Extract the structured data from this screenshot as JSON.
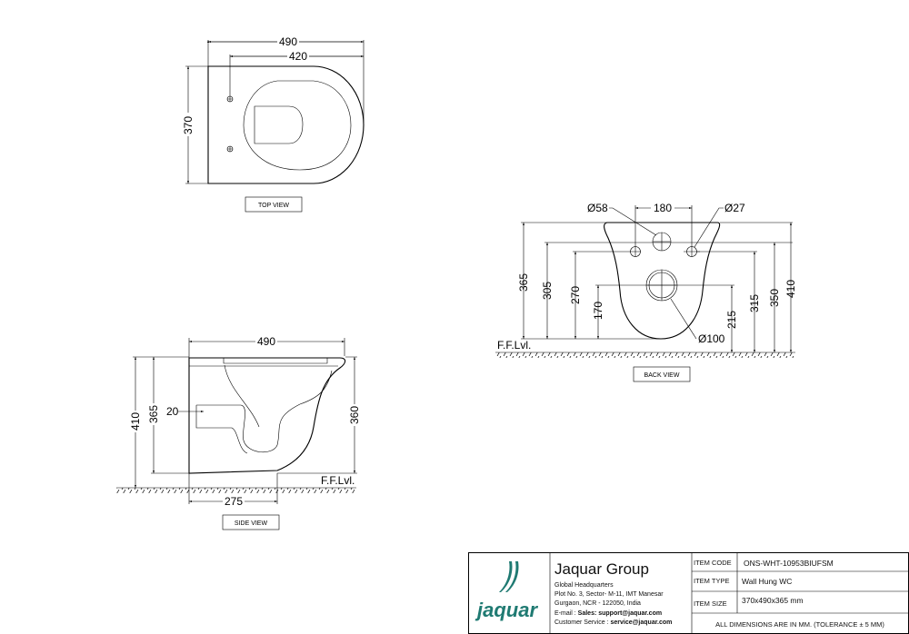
{
  "top_view": {
    "label": "TOP VIEW",
    "dims": {
      "overall_length": "490",
      "fixing_to_front": "420",
      "width": "370"
    }
  },
  "side_view": {
    "label": "SIDE VIEW",
    "floor_label": "F.F.Lvl.",
    "dims": {
      "length": "490",
      "overall_height": "410",
      "rim_height": "365",
      "rear_height": "360",
      "base_length": "275",
      "outlet_offset": "20"
    }
  },
  "back_view": {
    "label": "BACK VIEW",
    "floor_label": "F.F.Lvl.",
    "dims": {
      "inlet_dia": "Ø58",
      "fixing_spacing": "180",
      "fixing_dia": "Ø27",
      "outlet_dia": "Ø100",
      "h365": "365",
      "h305": "305",
      "h270": "270",
      "h170": "170",
      "h215": "215",
      "h315": "315",
      "h350": "350",
      "h410": "410"
    }
  },
  "title_block": {
    "company": "Jaquar Group",
    "logo_text": "jaquar",
    "brand_color": "#1f7a72",
    "address": [
      "Global Headquarters",
      "Plot No. 3, Sector- M-11, IMT Manesar",
      "Gurgaon, NCR - 122050, India"
    ],
    "email_label": "E-mail : ",
    "email_value": "Sales: support@jaquar.com",
    "service_label": "Customer Service : ",
    "service_value": "service@jaquar.com",
    "item_code_label": "ITEM  CODE",
    "item_code": "ONS-WHT-10953BIUFSM",
    "item_type_label": "ITEM  TYPE",
    "item_type": "Wall Hung WC",
    "item_size_label": "ITEM  SIZE",
    "item_size": "370x490x365 mm",
    "note": "ALL DIMENSIONS ARE IN MM. (TOLERANCE ± 5 MM)"
  }
}
